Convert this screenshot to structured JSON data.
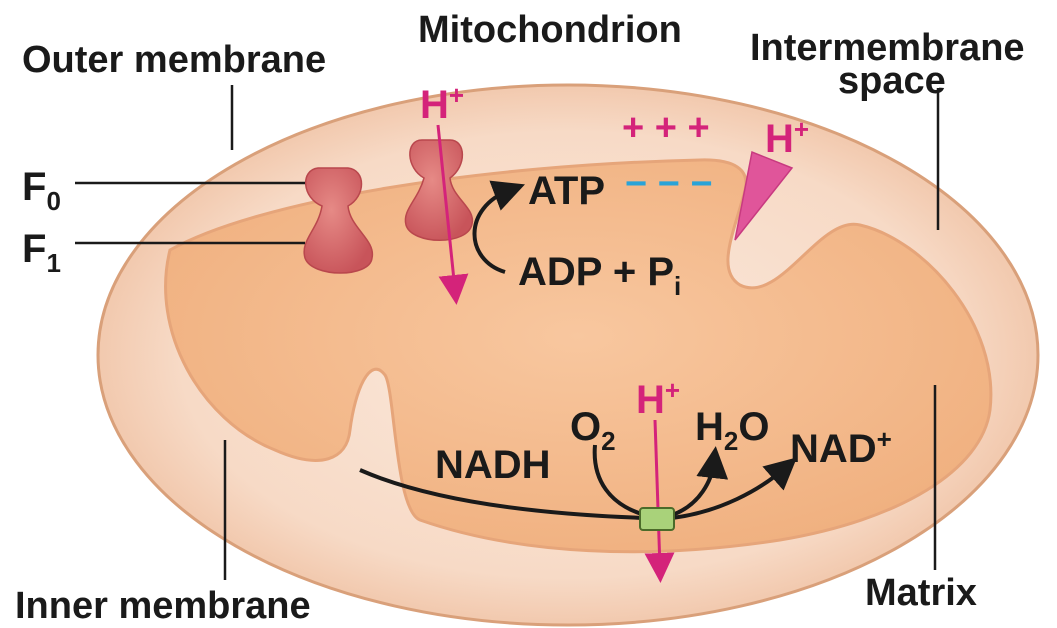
{
  "labels": {
    "title": "Mitochondrion",
    "outer_membrane": "Outer membrane",
    "intermembrane_line1": "Intermembrane",
    "intermembrane_line2": "space",
    "inner_membrane": "Inner membrane",
    "matrix": "Matrix"
  },
  "atp_synthase": {
    "f0_letter": "F",
    "f0_sub": "0",
    "f1_letter": "F",
    "f1_sub": "1"
  },
  "reactions": {
    "atp": "ATP",
    "adp": "ADP + P",
    "adp_sub": "i",
    "proton_top": "H",
    "proton_top_sup": "+",
    "proton_bottom": "H",
    "proton_bottom_sup": "+",
    "proton_gradient": "H",
    "proton_gradient_sup": "+",
    "plus_signs": "+ + +",
    "minus_signs": "− − −",
    "nadh": "NADH",
    "o2": "O",
    "o2_sub": "2",
    "h2o_h": "H",
    "h2o_sub": "2",
    "h2o_o": "O",
    "nad": "NAD",
    "nad_sup": "+"
  },
  "colors": {
    "background": "#ffffff",
    "outer_fill": "#f6d6c0",
    "inner_fill": "#f3b98e",
    "membrane_stroke": "#d9a07a",
    "synthase_fill": "#d9676a",
    "proton_pink": "#d4237a",
    "charge_blue": "#29a3d8",
    "carrier_green": "#a9d27a",
    "text": "#1a1a1a"
  }
}
